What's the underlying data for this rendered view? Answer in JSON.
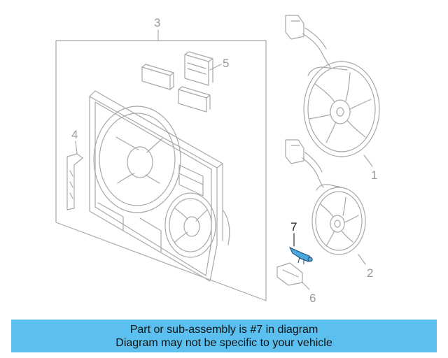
{
  "diagram": {
    "callouts": {
      "c1": "1",
      "c2": "2",
      "c3": "3",
      "c4": "4",
      "c5": "5",
      "c6": "6",
      "c7": "7"
    },
    "highlight_color": "#4aa8dc",
    "line_color": "#a8a8a8"
  },
  "banner": {
    "line1": "Part or sub-assembly is #7 in diagram",
    "line2": "Diagram may not be specific to your vehicle",
    "background": "#5bc0f0"
  }
}
